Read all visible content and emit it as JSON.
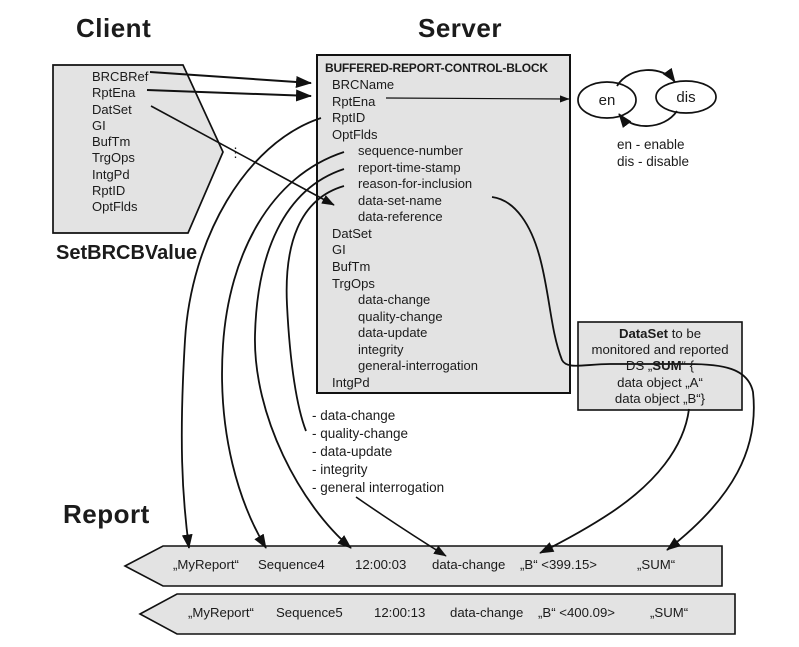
{
  "titles": {
    "client": "Client",
    "server": "Server",
    "report": "Report"
  },
  "client_box": {
    "items": [
      "BRCBRef",
      "RptEna",
      "DatSet",
      "GI",
      "BufTm",
      "TrgOps",
      "IntgPd",
      "RptID",
      "OptFlds"
    ],
    "caption": "SetBRCBValue",
    "ellipsis": "⋮"
  },
  "server_box": {
    "title": "BUFFERED-REPORT-CONTROL-BLOCK",
    "rows": [
      "BRCName",
      "RptEna",
      "RptID",
      "OptFlds",
      "sequence-number",
      "report-time-stamp",
      "reason-for-inclusion",
      "data-set-name",
      "data-reference",
      "DatSet",
      "GI",
      "BufTm",
      "TrgOps",
      "data-change",
      "quality-change",
      "data-update",
      "integrity",
      "general-interrogation",
      "IntgPd"
    ]
  },
  "states": {
    "en": "en",
    "dis": "dis",
    "legend_en": "en - enable",
    "legend_dis": "dis - disable"
  },
  "dataset_box": {
    "l1_bold": "DataSet",
    "l1_rest": " to be",
    "l2": "monitored and reported",
    "l3_pre": "DS „",
    "l3_bold": "SUM",
    "l3_post": "“ {",
    "l4": "data object „A“",
    "l5": "data object „B“}"
  },
  "trigger_list": [
    "- data-change",
    "- quality-change",
    "- data-update",
    "- integrity",
    "- general interrogation"
  ],
  "reports": [
    {
      "name": "„MyReport“",
      "sequence": "Sequence4",
      "time": "12:00:03",
      "reason": "data-change",
      "value": "„B“ <399.15>",
      "dataset": "„SUM“"
    },
    {
      "name": "„MyReport“",
      "sequence": "Sequence5",
      "time": "12:00:13",
      "reason": "data-change",
      "value": "„B“ <400.09>",
      "dataset": "„SUM“"
    }
  ],
  "colors": {
    "box_fill": "#e3e3e3",
    "stroke": "#111111",
    "background": "#ffffff"
  }
}
